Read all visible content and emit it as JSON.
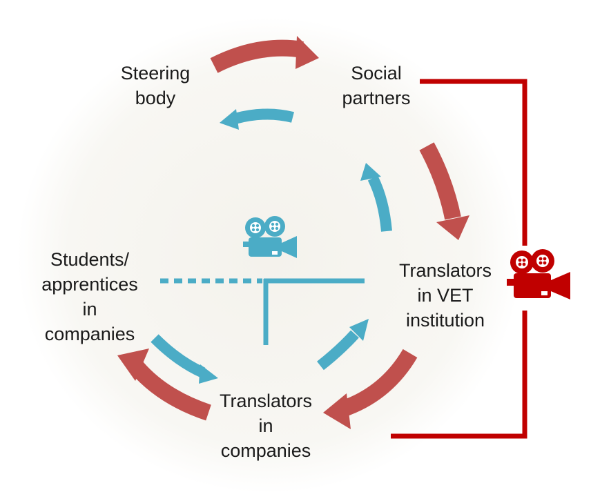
{
  "nodes": {
    "steering_body": {
      "lines": [
        "Steering",
        "body"
      ]
    },
    "social_partners": {
      "lines": [
        "Social",
        "partners"
      ]
    },
    "translators_vet": {
      "lines": [
        "Translators",
        "in VET",
        "institution"
      ]
    },
    "students_apprentices": {
      "lines": [
        "Students/",
        "apprentices",
        "in",
        "companies"
      ]
    },
    "translators_companies": {
      "lines": [
        "Translators",
        "in",
        "companies"
      ]
    }
  },
  "colors": {
    "red_arrow": "#c0504d",
    "blue_arrow": "#4bacc6",
    "red_connector": "#c00000",
    "blue_connector": "#4bacc6",
    "background_disc": "#f7f6f2",
    "text": "#1a1a1a"
  },
  "icons": {
    "blue_camera": "movie-camera-icon",
    "red_camera": "movie-camera-icon"
  }
}
